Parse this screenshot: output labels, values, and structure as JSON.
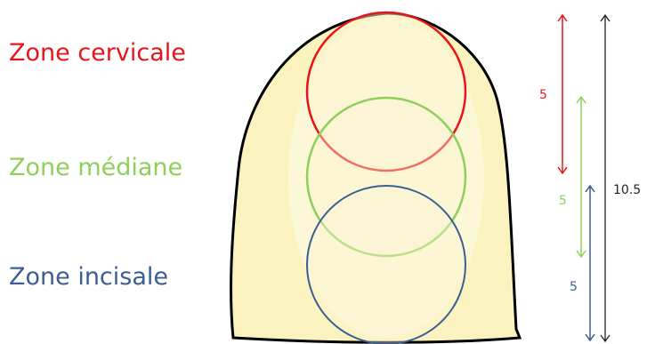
{
  "labels": {
    "cervical": "Zone cervicale",
    "median": "Zone médiane",
    "incisal": "Zone incisale"
  },
  "dimensions": {
    "cervical": "5",
    "median": "5",
    "incisal": "5",
    "total": "10.5"
  },
  "colors": {
    "cervical": "#e8141b",
    "median": "#8fcf5b",
    "incisal": "#3c5e92",
    "tooth_fill": "#fbf3bf",
    "outline": "#000000",
    "total_arrow": "#222222"
  }
}
